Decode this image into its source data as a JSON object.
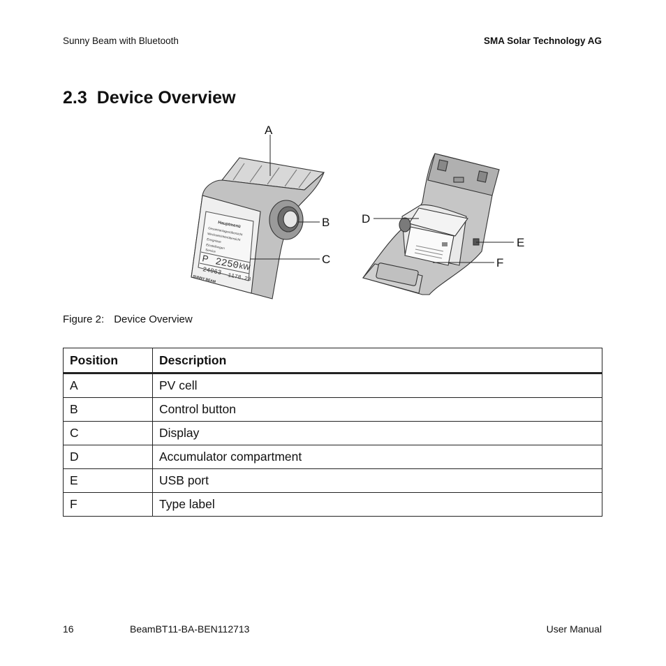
{
  "header": {
    "left": "Sunny Beam with Bluetooth",
    "right": "SMA Solar Technology AG"
  },
  "section": {
    "number": "2.3",
    "title": "Device Overview"
  },
  "figure": {
    "labels": [
      "A",
      "B",
      "C",
      "D",
      "E",
      "F"
    ],
    "device_brand": "SUNNY BEAM",
    "display_menu_title": "Hauptmenü",
    "display_menu_items": [
      "Gesamtanlagenübersicht",
      "Wechselrichterübersicht",
      "Ereignisse",
      "Einstellungen",
      "Service"
    ],
    "display_value": "2250",
    "display_unit": "kW",
    "display_symbol": "P",
    "display_total": "24063",
    "display_sub": "1178.23"
  },
  "caption": {
    "label": "Figure 2:",
    "text": "Device Overview"
  },
  "table": {
    "headers": [
      "Position",
      "Description"
    ],
    "rows": [
      [
        "A",
        "PV cell"
      ],
      [
        "B",
        "Control button"
      ],
      [
        "C",
        "Display"
      ],
      [
        "D",
        "Accumulator compartment"
      ],
      [
        "E",
        "USB port"
      ],
      [
        "F",
        "Type label"
      ]
    ]
  },
  "footer": {
    "page": "16",
    "doc_id": "BeamBT11-BA-BEN112713",
    "right": "User Manual"
  }
}
